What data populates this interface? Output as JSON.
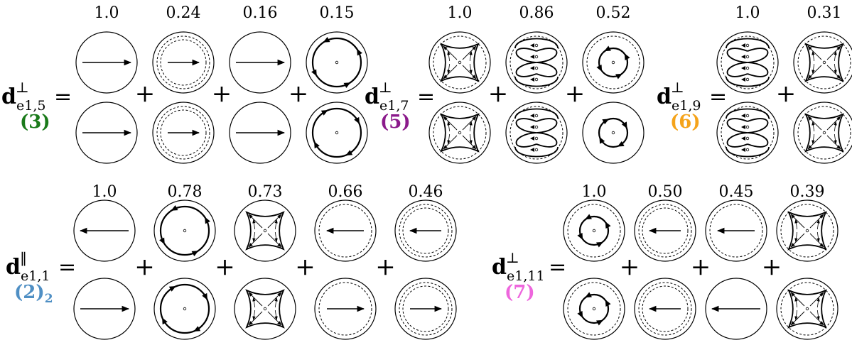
{
  "colors": {
    "ink": "#000000",
    "group3": "#1a7a1a",
    "group5": "#8b1a8b",
    "group6": "#f5a31a",
    "group2": "#4f8fc4",
    "group7": "#ee66dd"
  },
  "equations": [
    {
      "id": "d-e1-5",
      "lhs": {
        "symbol": "d",
        "sub": "e1,5",
        "sup": "⊥"
      },
      "label": {
        "text": "(3)",
        "color": "group3"
      },
      "terms": [
        {
          "coef": "1.0",
          "top": "arrow-right-plain",
          "bottom": "arrow-right-plain"
        },
        {
          "coef": "0.24",
          "top": "arrow-right-double",
          "bottom": "arrow-right-double"
        },
        {
          "coef": "0.16",
          "top": "arrow-right-plain",
          "bottom": "arrow-right-plain"
        },
        {
          "coef": "0.15",
          "top": "vortex-ccw",
          "bottom": "vortex-cw"
        }
      ]
    },
    {
      "id": "d-e1-7",
      "lhs": {
        "symbol": "d",
        "sub": "e1,7",
        "sup": "⊥"
      },
      "label": {
        "text": "(5)",
        "color": "group5"
      },
      "terms": [
        {
          "coef": "1.0",
          "top": "star",
          "bottom": "star"
        },
        {
          "coef": "0.86",
          "top": "lobes",
          "bottom": "lobes"
        },
        {
          "coef": "0.52",
          "top": "vortex-small-dash",
          "bottom": "vortex-small-cw"
        }
      ]
    },
    {
      "id": "d-e1-9",
      "lhs": {
        "symbol": "d",
        "sub": "e1,9",
        "sup": "⊥"
      },
      "label": {
        "text": "(6)",
        "color": "group6"
      },
      "terms": [
        {
          "coef": "1.0",
          "top": "lobes",
          "bottom": "lobes"
        },
        {
          "coef": "0.31",
          "top": "star",
          "bottom": "star"
        }
      ]
    },
    {
      "id": "d-e1-1",
      "lhs": {
        "symbol": "d",
        "sub": "e1,1",
        "sup": "‖"
      },
      "label": {
        "text": "(2)",
        "sub": "2",
        "color": "group2"
      },
      "terms": [
        {
          "coef": "1.0",
          "top": "arrow-left-plain",
          "bottom": "arrow-right-plain"
        },
        {
          "coef": "0.78",
          "top": "vortex-ccw",
          "bottom": "vortex-cw"
        },
        {
          "coef": "0.73",
          "top": "star-plain",
          "bottom": "star-plain"
        },
        {
          "coef": "0.66",
          "top": "arrow-left-dash",
          "bottom": "arrow-right-dash"
        },
        {
          "coef": "0.46",
          "top": "arrow-left-double",
          "bottom": "arrow-right-double"
        }
      ]
    },
    {
      "id": "d-e1-11",
      "lhs": {
        "symbol": "d",
        "sub": "e1,11",
        "sup": "⊥"
      },
      "label": {
        "text": "(7)",
        "color": "group7"
      },
      "terms": [
        {
          "coef": "1.0",
          "top": "vortex-small-dash-ccw",
          "bottom": "vortex-small-dash-ccw"
        },
        {
          "coef": "0.50",
          "top": "arrow-left-double",
          "bottom": "arrow-left-double"
        },
        {
          "coef": "0.45",
          "top": "arrow-left-dash",
          "bottom": "arrow-left-plain"
        },
        {
          "coef": "0.39",
          "top": "star",
          "bottom": "star"
        }
      ]
    }
  ],
  "glyphs": {
    "equals": "=",
    "plus": "+"
  }
}
